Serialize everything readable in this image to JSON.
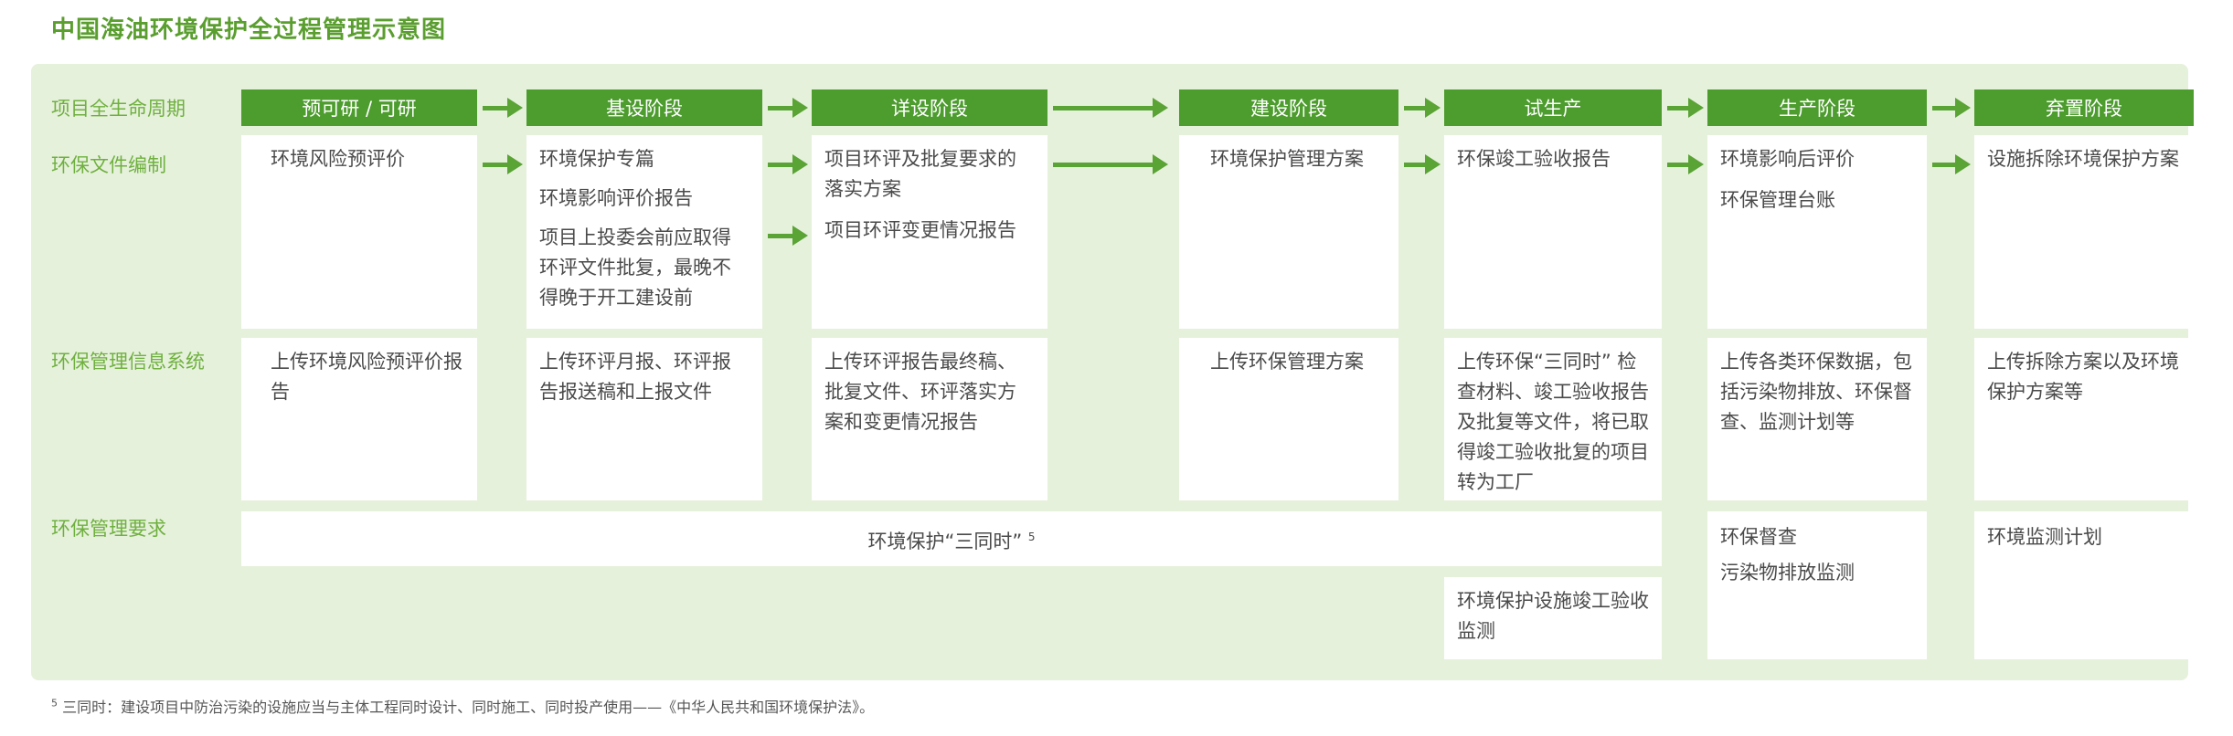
{
  "title": "中国海油环境保护全过程管理示意图",
  "row_labels": [
    "项目全生命周期",
    "环保文件编制",
    "环保管理信息系统",
    "环保管理要求"
  ],
  "phases": [
    "预可研 / 可研",
    "基设阶段",
    "详设阶段",
    "建设阶段",
    "试生产",
    "生产阶段",
    "弃置阶段"
  ],
  "documents": [
    [
      "环境风险预评价"
    ],
    [
      "环境保护专篇",
      "环境影响评价报告",
      "项目上投委会前应取得环评文件批复，最晚不得晚于开工建设前"
    ],
    [
      "项目环评及批复要求的落实方案",
      "项目环评变更情况报告"
    ],
    [
      "环境保护管理方案"
    ],
    [
      "环保竣工验收报告"
    ],
    [
      "环境影响后评价",
      "环保管理台账"
    ],
    [
      "设施拆除环境保护方案"
    ]
  ],
  "info_system": [
    "上传环境风险预评价报告",
    "上传环评月报、环评报告报送稿和上报文件",
    "上传环评报告最终稿、批复文件、环评落实方案和变更情况报告",
    "上传环保管理方案",
    "上传环保“三同时” 检查材料、竣工验收报告及批复等文件，将已取得竣工验收批复的项目转为工厂",
    "上传各类环保数据，包括污染物排放、环保督查、监测计划等",
    "上传拆除方案以及环境保护方案等"
  ],
  "requirements": {
    "three_simultaneous": "环境保护“三同时”",
    "three_simultaneous_note": "5",
    "completion_monitoring": "环境保护设施竣工验收监测",
    "production": [
      "环保督查",
      "污染物排放监测"
    ],
    "abandonment": "环境监测计划"
  },
  "footnote": {
    "marker": "5",
    "text": "三同时：建设项目中防治污染的设施应当与主体工程同时设计、同时施工、同时投产使用——《中华人民共和国环境保护法》。"
  },
  "colors": {
    "accent": "#4d9c2e",
    "panel": "#e6f1dc",
    "label": "#6fb03f"
  }
}
